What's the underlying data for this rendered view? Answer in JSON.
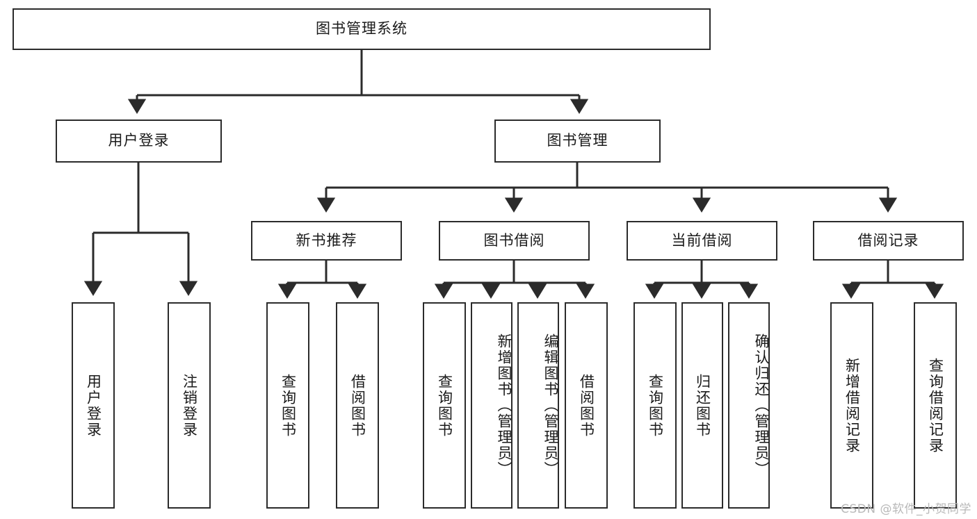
{
  "diagram": {
    "type": "tree-hierarchy",
    "title": "图书管理系统",
    "root": {
      "label": "图书管理系统"
    },
    "level2": [
      {
        "label": "用户登录"
      },
      {
        "label": "图书管理"
      }
    ],
    "level3": [
      {
        "label": "新书推荐",
        "parent": "图书管理"
      },
      {
        "label": "图书借阅",
        "parent": "图书管理"
      },
      {
        "label": "当前借阅",
        "parent": "图书管理"
      },
      {
        "label": "借阅记录",
        "parent": "图书管理"
      }
    ],
    "leaves": {
      "user_login": [
        {
          "label": "用户登录"
        },
        {
          "label": "注销登录"
        }
      ],
      "new_book_recommend": [
        {
          "label": "查询图书"
        },
        {
          "label": "借阅图书"
        }
      ],
      "book_borrow": [
        {
          "label": "查询图书"
        },
        {
          "label": "新增图书（管理员）"
        },
        {
          "label": "编辑图书（管理员）"
        },
        {
          "label": "借阅图书"
        }
      ],
      "current_borrow": [
        {
          "label": "查询图书"
        },
        {
          "label": "归还图书"
        },
        {
          "label": "确认归还（管理员）"
        }
      ],
      "borrow_record": [
        {
          "label": "新增借阅记录"
        },
        {
          "label": "查询借阅记录"
        }
      ]
    }
  },
  "watermark": {
    "text": "CSDN @软件_小贺同学"
  },
  "colors": {
    "stroke": "#2b2b2b",
    "background": "#ffffff",
    "text": "#1a1a1a",
    "watermark": "#b9b9b9"
  }
}
